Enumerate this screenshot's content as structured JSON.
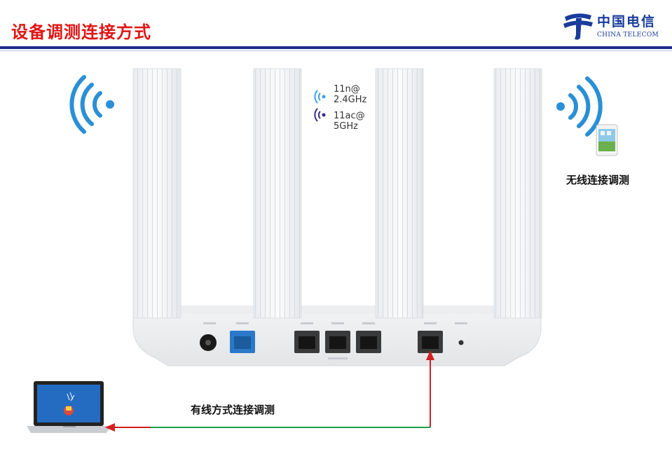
{
  "slide": {
    "title": "设备调测连接方式"
  },
  "logo": {
    "name_cn": "中国电信",
    "name_en": "CHINA TELECOM"
  },
  "router": {
    "bands": [
      {
        "label": "11n@ 2.4GHz"
      },
      {
        "label": "11ac@ 5GHz"
      }
    ]
  },
  "labels": {
    "wireless": "无线连接调测",
    "wired": "有线方式连接调测"
  },
  "colors": {
    "title_red": "#e01515",
    "brand_blue": "#1a3d9c",
    "wifi_blue": "#2a8fd6",
    "cable_red": "#d42020",
    "cable_green": "#1e9e4a"
  }
}
